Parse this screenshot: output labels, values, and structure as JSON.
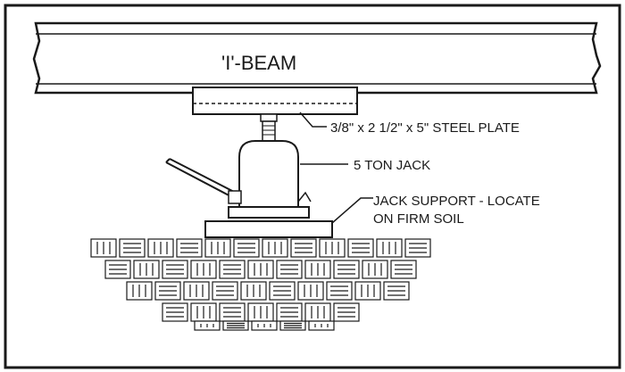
{
  "diagram": {
    "beam_label": "'I'-BEAM",
    "plate_label": "3/8\" x 2 1/2\" x 5\" STEEL PLATE",
    "jack_label": "5 TON JACK",
    "support_label_line1": "JACK SUPPORT - LOCATE",
    "support_label_line2": "ON FIRM SOIL"
  },
  "colors": {
    "ink": "#1a1a1a",
    "paper": "#ffffff"
  }
}
